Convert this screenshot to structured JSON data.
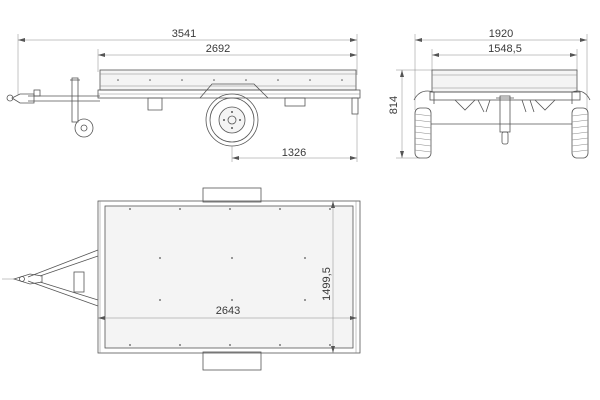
{
  "dimensions": {
    "side_overall_length": "3541",
    "side_box_length": "2692",
    "side_axle_to_rear": "1326",
    "front_overall_width": "1920",
    "front_box_width": "1548,5",
    "front_height": "814",
    "top_box_length": "2643",
    "top_box_width": "1499,5"
  }
}
